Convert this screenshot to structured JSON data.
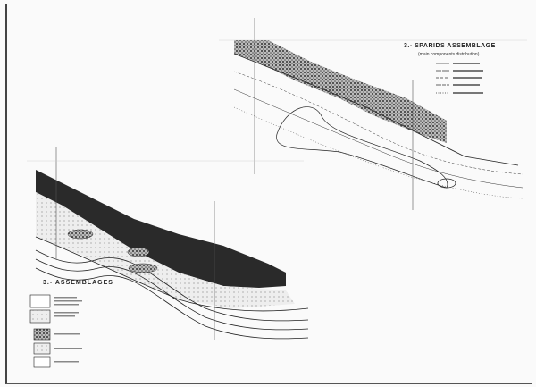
{
  "upper_map": {
    "title": "3.- SPARIDS ASSEMBLAGE",
    "subtitle": "(main components distribution)",
    "legend_line_styles": [
      "solid",
      "long-dash",
      "dash",
      "dot-dash",
      "dotted"
    ]
  },
  "lower_map": {
    "title": "3.- ASSEMBLAGES",
    "legend_patterns": [
      "blank-grid",
      "hatched-grid",
      "dark-stipple",
      "light-stipple",
      "vertical-lines"
    ]
  },
  "colors": {
    "ink": "#1a1a1a",
    "paper": "#fafafa"
  }
}
